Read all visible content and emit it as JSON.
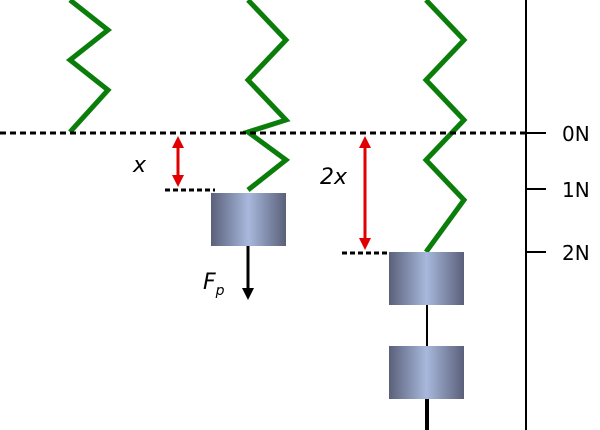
{
  "scale": {
    "labels": [
      "0N",
      "1N",
      "2N"
    ]
  },
  "labels": {
    "displacement_single": "x",
    "displacement_double": "2x",
    "force_main": "F",
    "force_sub": "p"
  },
  "colors": {
    "spring": "#0b7d0b",
    "arrow": "#e00000",
    "weight_edge": "#5a607a",
    "weight_center": "#a8b8dc"
  }
}
